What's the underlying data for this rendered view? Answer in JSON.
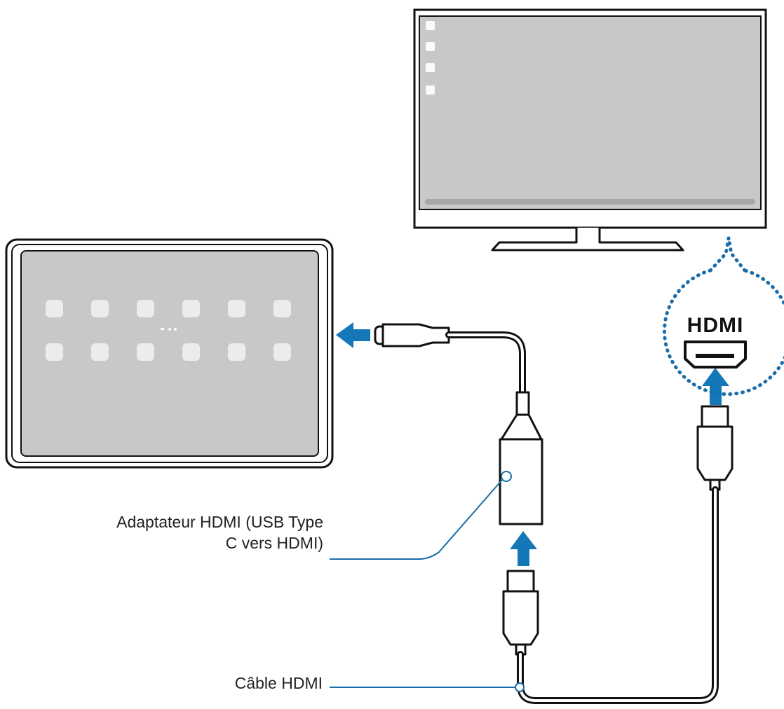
{
  "labels": {
    "adapter_line1": "Adaptateur HDMI (USB Type",
    "adapter_line2": "C vers HDMI)",
    "cable": "Câble HDMI",
    "port": "HDMI"
  },
  "colors": {
    "arrow": "#1478b8",
    "screen": "#c8c8c8",
    "app_icon": "#ececec",
    "outline": "#111111",
    "dotted_circle": "#1a6da8",
    "leader_line": "#1a6da8"
  },
  "icons": [
    "arrow-left-icon",
    "arrow-up-icon",
    "hdmi-port-icon"
  ]
}
